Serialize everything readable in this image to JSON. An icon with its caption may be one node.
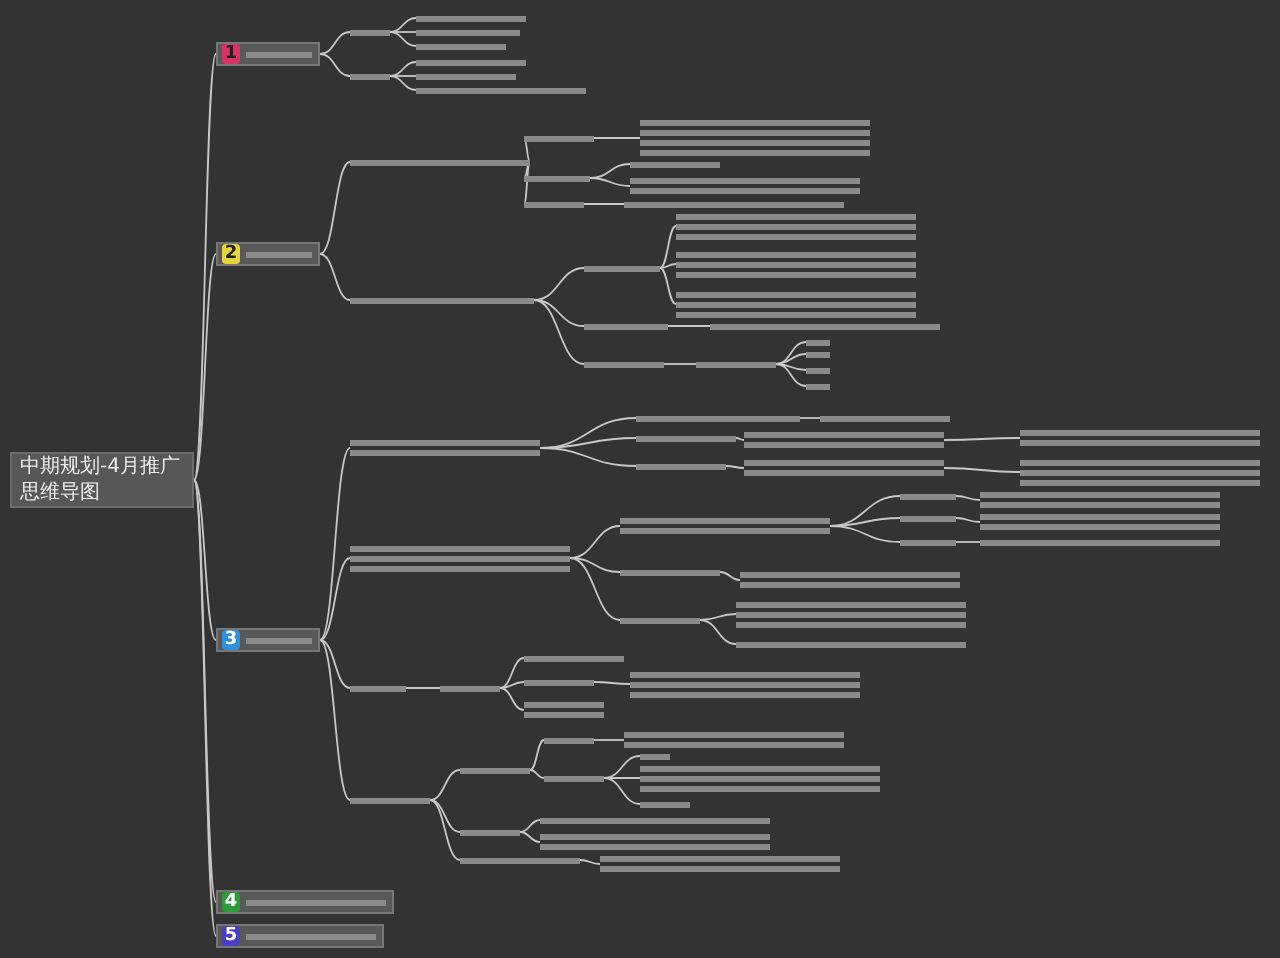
{
  "diagram": {
    "nodes": [
      {
        "text": [
          "中期规划-4月推广思维导图"
        ]
      },
      {
        "text": [],
        "shape": "box"
      },
      {
        "text": [],
        "shape": "bar"
      },
      {
        "text": [],
        "shape": "bar"
      },
      {
        "text": [],
        "shape": "bar"
      },
      {
        "text": [],
        "shape": "bar"
      },
      {
        "text": [],
        "shape": "bar"
      },
      {
        "text": [],
        "shape": "bar"
      },
      {
        "text": [],
        "shape": "bar"
      },
      {
        "text": [],
        "shape": "bar"
      },
      {
        "text": [],
        "shape": "box"
      },
      {
        "text": [],
        "shape": "bar"
      },
      {
        "text": [],
        "shape": "bar"
      },
      {
        "text": [],
        "shape": "bar"
      },
      {
        "text": [],
        "shape": "bar"
      },
      {
        "text": [],
        "shape": "bar"
      },
      {
        "text": [],
        "shape": "bar"
      },
      {
        "text": [],
        "shape": "bar"
      },
      {
        "text": [],
        "shape": "bar"
      },
      {
        "text": [],
        "shape": "bar"
      },
      {
        "text": [],
        "shape": "bar"
      },
      {
        "text": [],
        "shape": "bar"
      },
      {
        "text": [],
        "shape": "bar"
      },
      {
        "text": [],
        "shape": "bar"
      },
      {
        "text": [],
        "shape": "bar"
      },
      {
        "text": [],
        "shape": "bar"
      },
      {
        "text": [],
        "shape": "bar"
      },
      {
        "text": [],
        "shape": "bar"
      },
      {
        "text": [],
        "shape": "bar"
      },
      {
        "text": [],
        "shape": "bar"
      },
      {
        "text": [],
        "shape": "bar"
      },
      {
        "text": [],
        "shape": "bar"
      },
      {
        "text": [],
        "shape": "box"
      },
      {
        "text": [],
        "shape": "bar"
      },
      {
        "text": [],
        "shape": "bar"
      },
      {
        "text": [],
        "shape": "bar"
      },
      {
        "text": [],
        "shape": "bar"
      },
      {
        "text": [],
        "shape": "bar"
      },
      {
        "text": [],
        "shape": "bar"
      },
      {
        "text": [],
        "shape": "bar"
      },
      {
        "text": [],
        "shape": "bar"
      },
      {
        "text": [],
        "shape": "bar"
      },
      {
        "text": [],
        "shape": "bar"
      },
      {
        "text": [],
        "shape": "bar"
      },
      {
        "text": [],
        "shape": "bar"
      },
      {
        "text": [],
        "shape": "bar"
      },
      {
        "text": [],
        "shape": "bar"
      },
      {
        "text": [],
        "shape": "bar"
      },
      {
        "text": [],
        "shape": "bar"
      },
      {
        "text": [],
        "shape": "bar"
      },
      {
        "text": [],
        "shape": "bar"
      },
      {
        "text": [],
        "shape": "bar"
      },
      {
        "text": [],
        "shape": "bar"
      },
      {
        "text": [],
        "shape": "bar"
      },
      {
        "text": [],
        "shape": "bar"
      },
      {
        "text": [],
        "shape": "bar"
      },
      {
        "text": [],
        "shape": "bar"
      },
      {
        "text": [],
        "shape": "bar"
      },
      {
        "text": [],
        "shape": "bar"
      },
      {
        "text": [],
        "shape": "bar"
      },
      {
        "text": [],
        "shape": "bar"
      },
      {
        "text": [],
        "shape": "bar"
      },
      {
        "text": [],
        "shape": "bar"
      },
      {
        "text": [],
        "shape": "bar"
      },
      {
        "text": [],
        "shape": "bar"
      },
      {
        "text": [],
        "shape": "bar"
      },
      {
        "text": [],
        "shape": "bar"
      },
      {
        "text": [],
        "shape": "bar"
      },
      {
        "text": [],
        "shape": "bar"
      },
      {
        "text": [],
        "shape": "bar"
      },
      {
        "text": [],
        "shape": "bar"
      },
      {
        "text": [],
        "shape": "bar"
      },
      {
        "text": [],
        "shape": "bar"
      },
      {
        "text": [],
        "shape": "bar"
      },
      {
        "text": [],
        "shape": "box"
      },
      {
        "text": [],
        "shape": "box"
      }
    ],
    "edges": [
      {
        "from": 0,
        "to": 1,
        "arrow": "none"
      },
      {
        "from": 1,
        "to": 2,
        "arrow": "none"
      },
      {
        "from": 2,
        "to": 3,
        "arrow": "none"
      },
      {
        "from": 2,
        "to": 4,
        "arrow": "none"
      },
      {
        "from": 2,
        "to": 5,
        "arrow": "none"
      },
      {
        "from": 1,
        "to": 6,
        "arrow": "none"
      },
      {
        "from": 6,
        "to": 7,
        "arrow": "none"
      },
      {
        "from": 6,
        "to": 8,
        "arrow": "none"
      },
      {
        "from": 6,
        "to": 9,
        "arrow": "none"
      },
      {
        "from": 0,
        "to": 10,
        "arrow": "none"
      },
      {
        "from": 10,
        "to": 11,
        "arrow": "none"
      },
      {
        "from": 11,
        "to": 12,
        "arrow": "none"
      },
      {
        "from": 12,
        "to": 13,
        "arrow": "none"
      },
      {
        "from": 11,
        "to": 14,
        "arrow": "none"
      },
      {
        "from": 14,
        "to": 15,
        "arrow": "none"
      },
      {
        "from": 14,
        "to": 16,
        "arrow": "none"
      },
      {
        "from": 11,
        "to": 17,
        "arrow": "none"
      },
      {
        "from": 17,
        "to": 18,
        "arrow": "none"
      },
      {
        "from": 10,
        "to": 19,
        "arrow": "none"
      },
      {
        "from": 19,
        "to": 20,
        "arrow": "none"
      },
      {
        "from": 20,
        "to": 21,
        "arrow": "none"
      },
      {
        "from": 20,
        "to": 22,
        "arrow": "none"
      },
      {
        "from": 20,
        "to": 23,
        "arrow": "none"
      },
      {
        "from": 19,
        "to": 24,
        "arrow": "none"
      },
      {
        "from": 24,
        "to": 25,
        "arrow": "none"
      },
      {
        "from": 19,
        "to": 26,
        "arrow": "none"
      },
      {
        "from": 26,
        "to": 27,
        "arrow": "none"
      },
      {
        "from": 27,
        "to": 28,
        "arrow": "none"
      },
      {
        "from": 27,
        "to": 29,
        "arrow": "none"
      },
      {
        "from": 27,
        "to": 30,
        "arrow": "none"
      },
      {
        "from": 27,
        "to": 31,
        "arrow": "none"
      },
      {
        "from": 0,
        "to": 32,
        "arrow": "none"
      },
      {
        "from": 32,
        "to": 33,
        "arrow": "none"
      },
      {
        "from": 33,
        "to": 34,
        "arrow": "none"
      },
      {
        "from": 34,
        "to": 35,
        "arrow": "none"
      },
      {
        "from": 33,
        "to": 36,
        "arrow": "none"
      },
      {
        "from": 36,
        "to": 37,
        "arrow": "none"
      },
      {
        "from": 37,
        "to": 38,
        "arrow": "none"
      },
      {
        "from": 33,
        "to": 39,
        "arrow": "none"
      },
      {
        "from": 39,
        "to": 40,
        "arrow": "none"
      },
      {
        "from": 40,
        "to": 41,
        "arrow": "none"
      },
      {
        "from": 32,
        "to": 42,
        "arrow": "none"
      },
      {
        "from": 42,
        "to": 43,
        "arrow": "none"
      },
      {
        "from": 43,
        "to": 44,
        "arrow": "none"
      },
      {
        "from": 44,
        "to": 45,
        "arrow": "none"
      },
      {
        "from": 43,
        "to": 46,
        "arrow": "none"
      },
      {
        "from": 46,
        "to": 47,
        "arrow": "none"
      },
      {
        "from": 43,
        "to": 48,
        "arrow": "none"
      },
      {
        "from": 48,
        "to": 49,
        "arrow": "none"
      },
      {
        "from": 42,
        "to": 50,
        "arrow": "none"
      },
      {
        "from": 50,
        "to": 51,
        "arrow": "none"
      },
      {
        "from": 42,
        "to": 52,
        "arrow": "none"
      },
      {
        "from": 52,
        "to": 53,
        "arrow": "none"
      },
      {
        "from": 52,
        "to": 54,
        "arrow": "none"
      },
      {
        "from": 32,
        "to": 55,
        "arrow": "none"
      },
      {
        "from": 55,
        "to": 56,
        "arrow": "none"
      },
      {
        "from": 56,
        "to": 57,
        "arrow": "none"
      },
      {
        "from": 56,
        "to": 58,
        "arrow": "none"
      },
      {
        "from": 58,
        "to": 59,
        "arrow": "none"
      },
      {
        "from": 56,
        "to": 60,
        "arrow": "none"
      },
      {
        "from": 32,
        "to": 61,
        "arrow": "none"
      },
      {
        "from": 61,
        "to": 62,
        "arrow": "none"
      },
      {
        "from": 62,
        "to": 63,
        "arrow": "none"
      },
      {
        "from": 63,
        "to": 64,
        "arrow": "none"
      },
      {
        "from": 62,
        "to": 65,
        "arrow": "none"
      },
      {
        "from": 65,
        "to": 66,
        "arrow": "none"
      },
      {
        "from": 65,
        "to": 67,
        "arrow": "none"
      },
      {
        "from": 65,
        "to": 68,
        "arrow": "none"
      },
      {
        "from": 61,
        "to": 69,
        "arrow": "none"
      },
      {
        "from": 69,
        "to": 70,
        "arrow": "none"
      },
      {
        "from": 69,
        "to": 71,
        "arrow": "none"
      },
      {
        "from": 61,
        "to": 72,
        "arrow": "none"
      },
      {
        "from": 72,
        "to": 73,
        "arrow": "none"
      },
      {
        "from": 0,
        "to": 74,
        "arrow": "none"
      },
      {
        "from": 0,
        "to": 75,
        "arrow": "none"
      }
    ],
    "labels": [
      "1",
      "2",
      "3",
      "4",
      "5"
    ]
  }
}
